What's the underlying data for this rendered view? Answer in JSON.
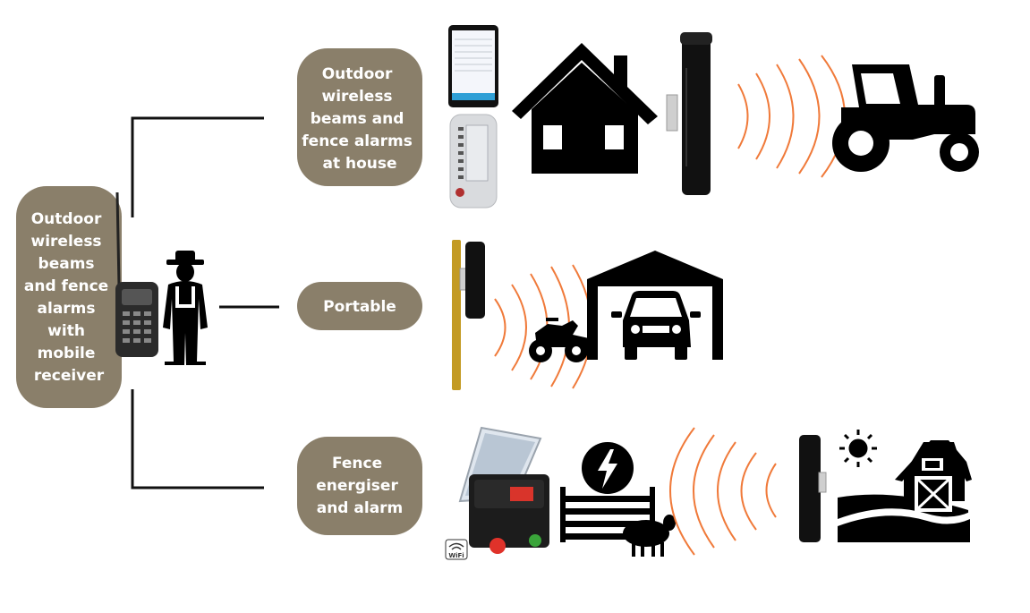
{
  "colors": {
    "box_fill": "#8a7f6a",
    "box_text": "#ffffff",
    "icon": "#000000",
    "signal_arc": "#f07a3a",
    "wood_post": "#c39a23",
    "reflector": "#d2d2d2",
    "energiser_red_badge": "#d9342b",
    "terminal_green": "#3aa43a",
    "terminal_red": "#e0322a"
  },
  "hub": {
    "label_lines": [
      "Outdoor",
      "wireless",
      "beams",
      "and fence",
      "alarms",
      "with",
      "mobile",
      "receiver"
    ]
  },
  "branches": [
    {
      "id": "house",
      "label_lines": [
        "Outdoor",
        "wireless",
        "beams and",
        "fence alarms",
        "at house"
      ],
      "icons": [
        "tablet-icon",
        "base-receiver-icon",
        "house-icon",
        "beam-sensor-icon",
        "signal-waves-icon",
        "tractor-icon"
      ]
    },
    {
      "id": "portable",
      "label_lines": [
        "Portable"
      ],
      "icons": [
        "post-beam-sensor-icon",
        "signal-waves-icon",
        "quad-bike-icon",
        "garage-icon",
        "car-icon"
      ]
    },
    {
      "id": "fence",
      "label_lines": [
        "Fence",
        "energiser",
        "and alarm"
      ],
      "icons": [
        "solar-energiser-icon",
        "wifi-badge-icon",
        "electric-fence-icon",
        "sheep-icon",
        "signal-waves-icon",
        "beam-sensor-icon",
        "sun-icon",
        "barn-icon"
      ]
    }
  ],
  "badges": {
    "wifi_text": "WiFi"
  }
}
